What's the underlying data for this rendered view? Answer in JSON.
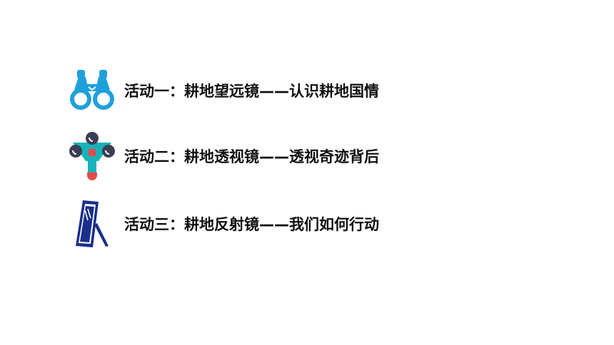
{
  "activities": [
    {
      "label": "活动一：耕地望远镜——认识耕地国情",
      "icon": "binoculars-icon",
      "color": "#1fa0dc"
    },
    {
      "label": "活动二：耕地透视镜——透视奇迹背后",
      "icon": "periscope-icon",
      "color": "#17b3b8"
    },
    {
      "label": "活动三：耕地反射镜——我们如何行动",
      "icon": "mirror-icon",
      "color": "#1a2f8c"
    }
  ]
}
